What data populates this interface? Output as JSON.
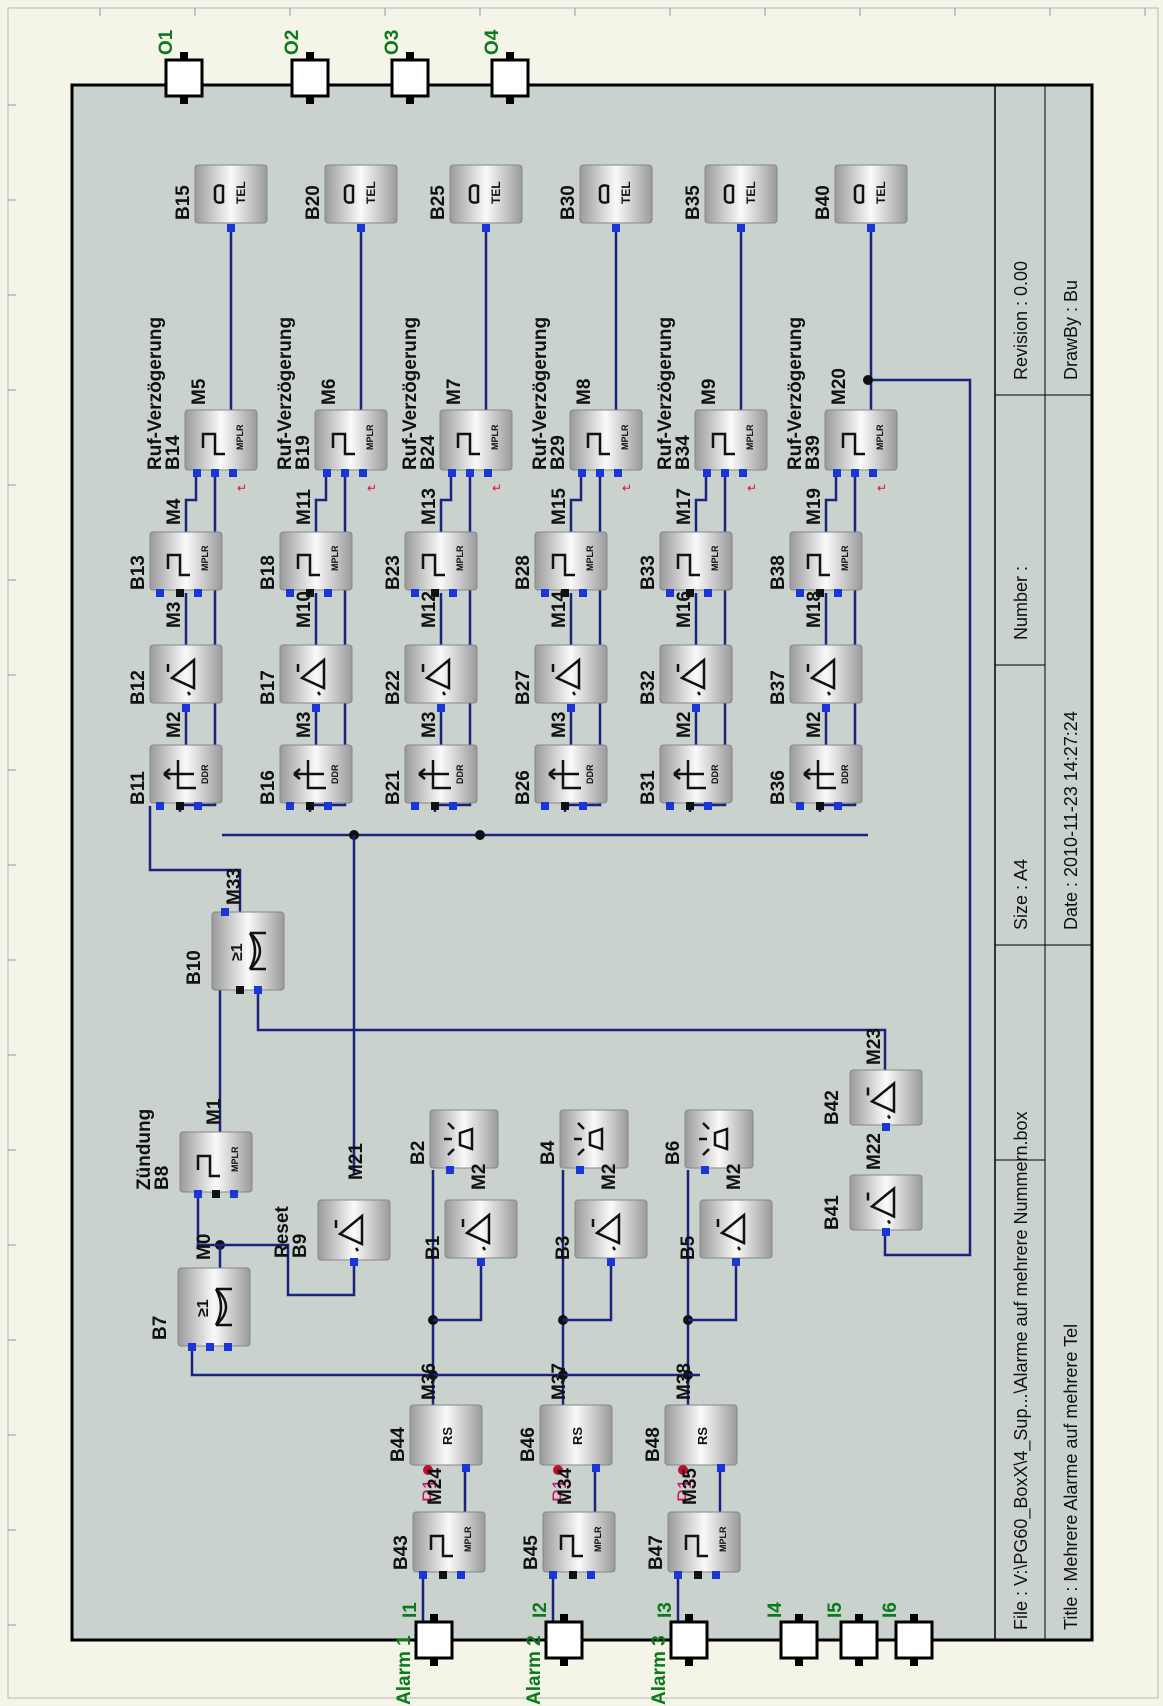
{
  "outputs": [
    "O1",
    "O2",
    "O3",
    "O4"
  ],
  "inputs": [
    "I1",
    "I2",
    "I3",
    "I4",
    "I5",
    "I6"
  ],
  "input_names": [
    "Alarm 1",
    "Alarm 2",
    "Alarm 3"
  ],
  "tel_blocks": [
    "B15",
    "B20",
    "B25",
    "B30",
    "B35",
    "B40"
  ],
  "tel_text": "TEL",
  "ruf_label": "Ruf-Verzögerung",
  "delay_blocks": [
    {
      "id": "B14",
      "marker": "M5"
    },
    {
      "id": "B19",
      "marker": "M6"
    },
    {
      "id": "B24",
      "marker": "M7"
    },
    {
      "id": "B29",
      "marker": "M8"
    },
    {
      "id": "B34",
      "marker": "M9"
    },
    {
      "id": "B39",
      "marker": "M20"
    }
  ],
  "mplr_blocks": [
    {
      "id": "B13",
      "marker": "M4"
    },
    {
      "id": "B18",
      "marker": "M11"
    },
    {
      "id": "B23",
      "marker": "M13"
    },
    {
      "id": "B28",
      "marker": "M15"
    },
    {
      "id": "B33",
      "marker": "M17"
    },
    {
      "id": "B38",
      "marker": "M19"
    }
  ],
  "not_blocks": [
    {
      "id": "B12",
      "marker": "M3"
    },
    {
      "id": "B17",
      "marker": "M10"
    },
    {
      "id": "B22",
      "marker": "M12"
    },
    {
      "id": "B27",
      "marker": "M14"
    },
    {
      "id": "B32",
      "marker": "M16"
    },
    {
      "id": "B37",
      "marker": "M18"
    }
  ],
  "ddr_blocks": [
    {
      "id": "B11",
      "marker": "M2"
    },
    {
      "id": "B16",
      "marker": "M3"
    },
    {
      "id": "B21",
      "marker": "M3"
    },
    {
      "id": "B26",
      "marker": "M3"
    },
    {
      "id": "B31",
      "marker": "M2"
    },
    {
      "id": "B36",
      "marker": "M2"
    }
  ],
  "ddr_text": "DDR",
  "mplr_text": "MPLR",
  "rs_text": "RS",
  "or_text": "≥1",
  "or_blocks": [
    {
      "id": "B10",
      "marker": "M33"
    },
    {
      "id": "B7",
      "marker": "M0"
    }
  ],
  "zuendung": {
    "label": "Zündung",
    "id": "B8",
    "marker": "M1"
  },
  "reset": {
    "label": "Reset",
    "id": "B9",
    "marker": "M21"
  },
  "lamp_blocks": [
    "B2",
    "B4",
    "B6"
  ],
  "lamp_not_blocks": [
    "B1",
    "B3",
    "B5"
  ],
  "lamp_markers": [
    "M2",
    "M2",
    "M2"
  ],
  "rs_blocks": [
    {
      "id": "B44",
      "marker": "M36"
    },
    {
      "id": "B46",
      "marker": "M37"
    },
    {
      "id": "B48",
      "marker": "M38"
    }
  ],
  "in_mplr_blocks": [
    {
      "id": "B43",
      "marker": "M24"
    },
    {
      "id": "B45",
      "marker": "M34"
    },
    {
      "id": "B47",
      "marker": "M35"
    }
  ],
  "p1": "P1",
  "right_not_blocks": [
    {
      "id": "B42",
      "marker": "M23"
    },
    {
      "id": "B41",
      "marker": "M22"
    }
  ],
  "title_block": {
    "revision": "Revision :  0.00",
    "drawby": "DrawBy :  Bu",
    "number": "Number :",
    "date": "Date :  2010-11-23 14:27:24",
    "size": "Size :  A4",
    "file": "File :  V:\\PG60_BoxX\\4_Sup...\\Alarme auf mehrere Nummern.box",
    "title": "Title :  Mehrere Alarme auf mehrere Tel"
  }
}
